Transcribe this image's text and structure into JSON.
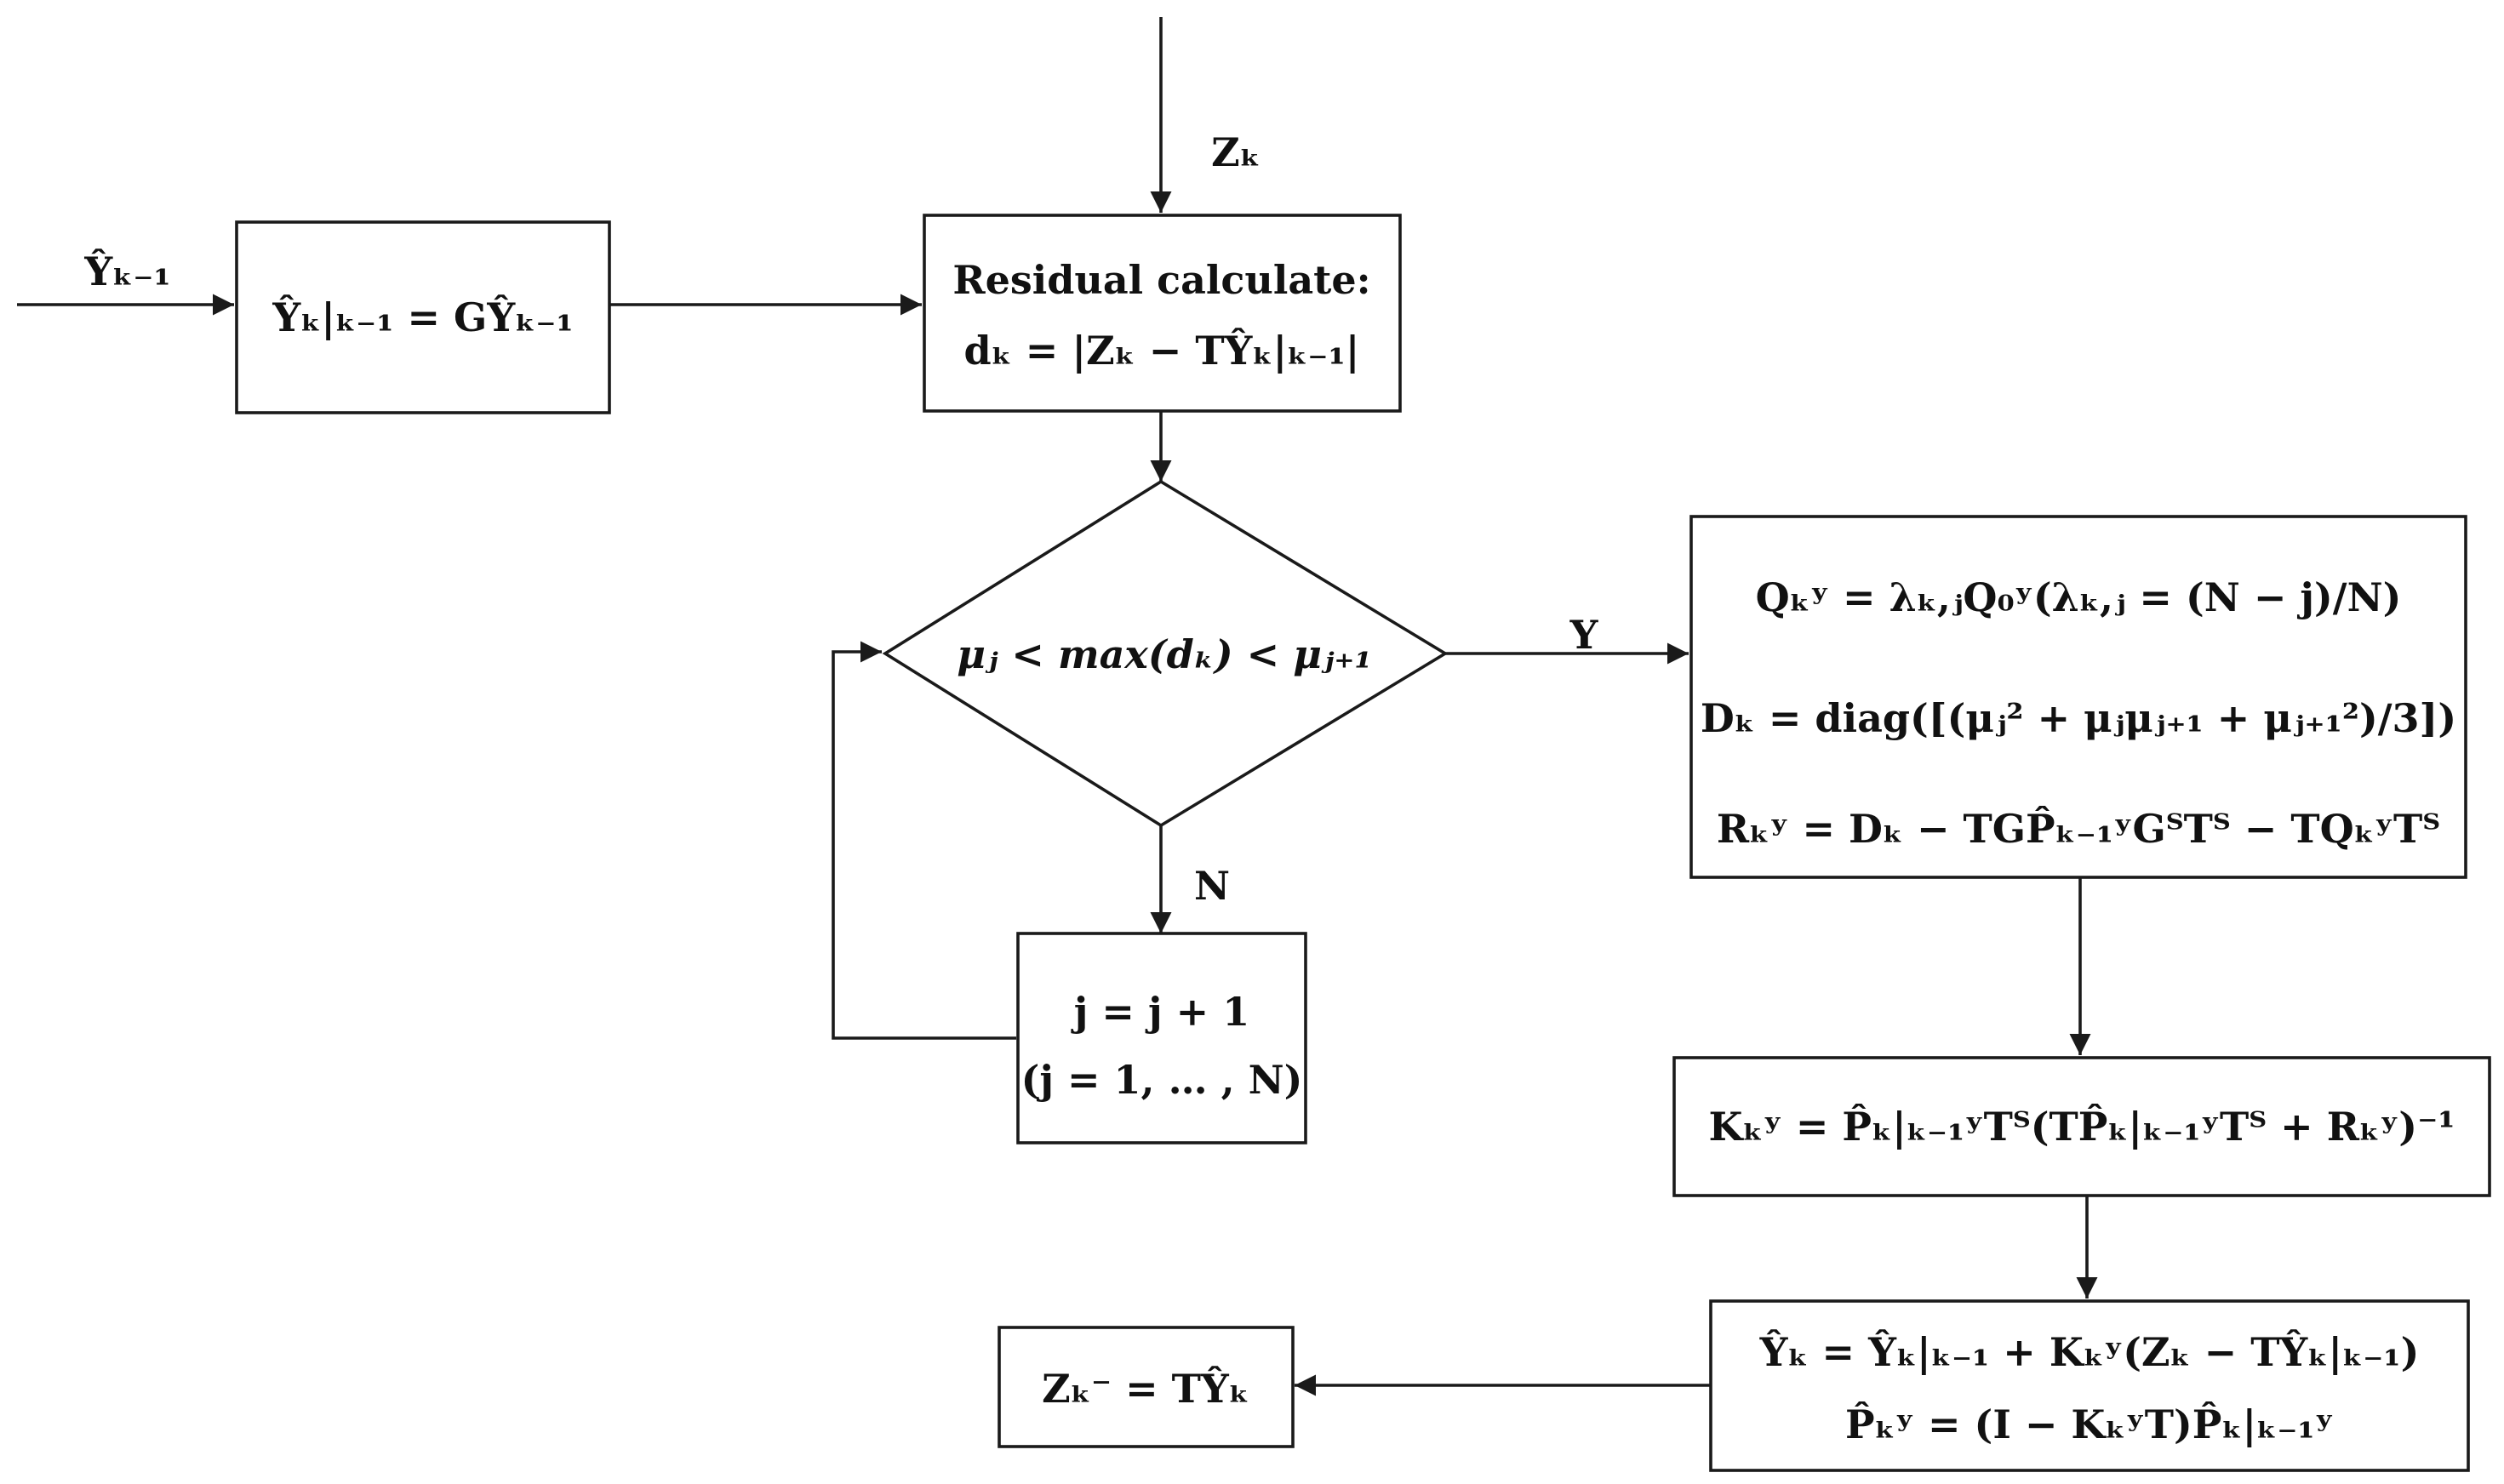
{
  "nodes": {
    "input_label": "Ŷₖ₋₁",
    "predict": "Ŷₖ|ₖ₋₁ = GŶₖ₋₁",
    "measurement_label": "Zₖ",
    "residual": {
      "title": "Residual calculate:",
      "formula": "dₖ = |Zₖ − TŶₖ|ₖ₋₁|"
    },
    "decision": "μⱼ < max(dₖ) < μⱼ₊₁",
    "yes_label": "Y",
    "no_label": "N",
    "increment": {
      "line1": "j = j + 1",
      "line2": "(j = 1, … , N)"
    },
    "adaptive": {
      "line1": "Qₖʸ = λₖ,ⱼQ₀ʸ(λₖ,ⱼ = (N − j)/N)",
      "line2": "Dₖ = diag([(μⱼ² + μⱼμⱼ₊₁ + μⱼ₊₁²)/3])",
      "line3": "Rₖʸ = Dₖ − TGP̂ₖ₋₁ʸGᵀTᵀ − TQₖʸTᵀ"
    },
    "gain": "Kₖʸ = P̂ₖ|ₖ₋₁ʸTᵀ(TP̂ₖ|ₖ₋₁ʸTᵀ + Rₖʸ)⁻¹",
    "update": {
      "line1": "Ŷₖ = Ŷₖ|ₖ₋₁ + Kₖʸ(Zₖ − TŶₖ|ₖ₋₁)",
      "line2": "P̂ₖʸ = (I − KₖʸT)P̂ₖ|ₖ₋₁ʸ"
    },
    "output": "Zₖ⁻ = TŶₖ"
  }
}
